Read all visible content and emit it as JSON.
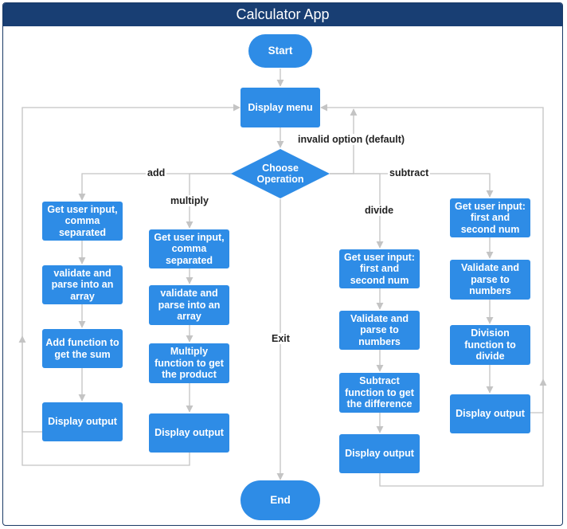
{
  "title": "Calculator App",
  "colors": {
    "title_bar": "#183e73",
    "node_fill": "#2e8ce6",
    "node_text": "#ffffff",
    "connector": "#c4c4c4",
    "label_text": "#222222"
  },
  "nodes": {
    "start": "Start",
    "display_menu": "Display menu",
    "choose_operation": "Choose Operation",
    "end": "End",
    "add": {
      "input": "Get user input, comma separated",
      "validate": "validate and parse into an array",
      "function": "Add function to get the sum",
      "output": "Display output"
    },
    "multiply": {
      "input": "Get user input, comma separated",
      "validate": "validate and parse into an array",
      "function": "Multiply function to get the product",
      "output": "Display output"
    },
    "divide": {
      "input": "Get user input: first and second num",
      "validate": "Validate and parse to numbers",
      "function": "Subtract function to get the difference",
      "output": "Display output"
    },
    "subtract": {
      "input": "Get user input: first and second num",
      "validate": "Validate and parse to numbers",
      "function": "Division function to divide",
      "output": "Display output"
    }
  },
  "edge_labels": {
    "invalid": "invalid option (default)",
    "add": "add",
    "multiply": "multiply",
    "divide": "divide",
    "subtract": "subtract",
    "exit": "Exit"
  }
}
